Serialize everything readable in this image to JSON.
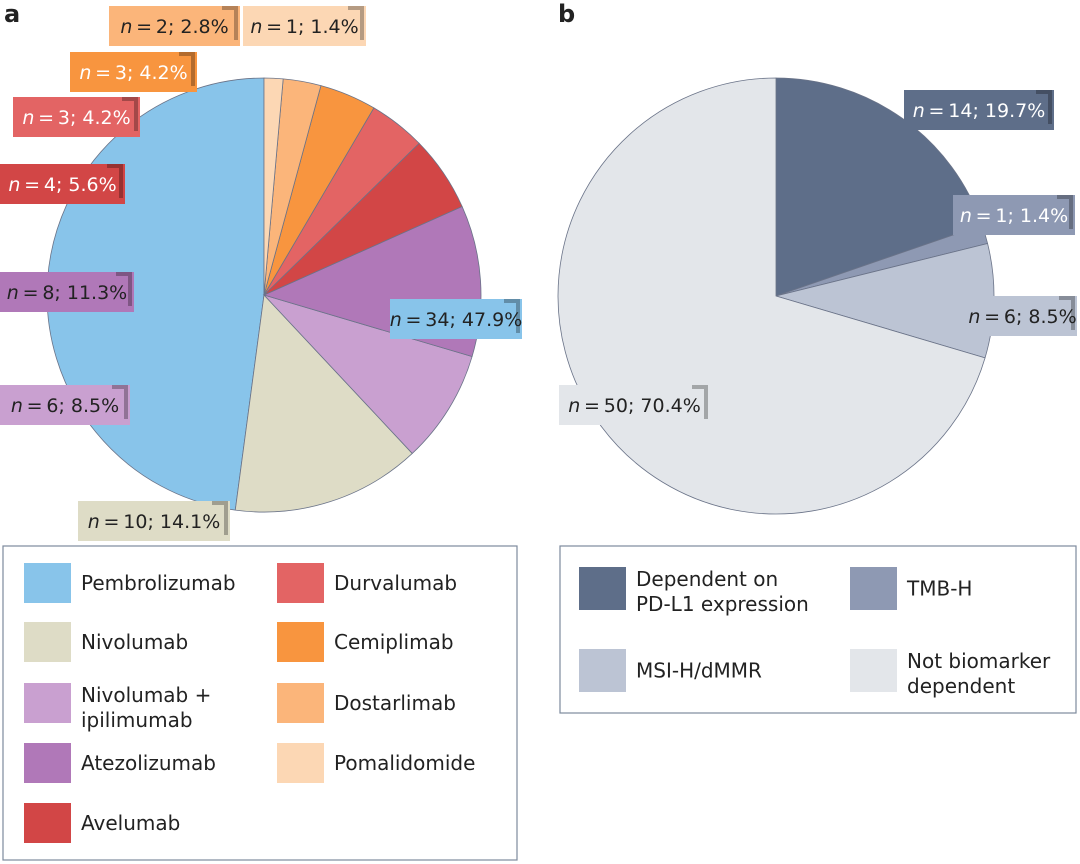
{
  "chart_data": [
    {
      "type": "pie",
      "panel": "a",
      "slices": [
        {
          "name": "Pembrolizumab",
          "n": 34,
          "pct": "47.9%",
          "color": "#88c4ea",
          "text_color": "#222222"
        },
        {
          "name": "Nivolumab",
          "n": 10,
          "pct": "14.1%",
          "color": "#dedcc6",
          "text_color": "#222222"
        },
        {
          "name": "Nivolumab + ipilimumab",
          "n": 6,
          "pct": "8.5%",
          "color": "#c9a0d0",
          "text_color": "#222222"
        },
        {
          "name": "Atezolizumab",
          "n": 8,
          "pct": "11.3%",
          "color": "#b078b8",
          "text_color": "#222222"
        },
        {
          "name": "Avelumab",
          "n": 4,
          "pct": "5.6%",
          "color": "#d24646",
          "text_color": "#ffffff"
        },
        {
          "name": "Durvalumab",
          "n": 3,
          "pct": "4.2%",
          "color": "#e36464",
          "text_color": "#ffffff"
        },
        {
          "name": "Cemiplimab",
          "n": 3,
          "pct": "4.2%",
          "color": "#f8953f",
          "text_color": "#ffffff"
        },
        {
          "name": "Dostarlimab",
          "n": 2,
          "pct": "2.8%",
          "color": "#fbb57a",
          "text_color": "#222222"
        },
        {
          "name": "Pomalidomide",
          "n": 1,
          "pct": "1.4%",
          "color": "#fcd7b4",
          "text_color": "#222222"
        }
      ],
      "legend_order": [
        "Pembrolizumab",
        "Durvalumab",
        "Nivolumab",
        "Cemiplimab",
        "Nivolumab + ipilimumab",
        "Dostarlimab",
        "Atezolizumab",
        "Pomalidomide",
        "Avelumab"
      ]
    },
    {
      "type": "pie",
      "panel": "b",
      "slices": [
        {
          "name": "Dependent on PD-L1 expression",
          "n": 14,
          "pct": "19.7%",
          "color": "#5e6e89",
          "text_color": "#ffffff"
        },
        {
          "name": "TMB-H",
          "n": 1,
          "pct": "1.4%",
          "color": "#8e99b3",
          "text_color": "#ffffff"
        },
        {
          "name": "MSI-H/dMMR",
          "n": 6,
          "pct": "8.5%",
          "color": "#bcc4d4",
          "text_color": "#222222"
        },
        {
          "name": "Not biomarker dependent",
          "n": 50,
          "pct": "70.4%",
          "color": "#e3e6ea",
          "text_color": "#222222"
        }
      ],
      "legend_order": [
        "Dependent on PD-L1 expression",
        "TMB-H",
        "MSI-H/dMMR",
        "Not biomarker dependent"
      ]
    }
  ]
}
